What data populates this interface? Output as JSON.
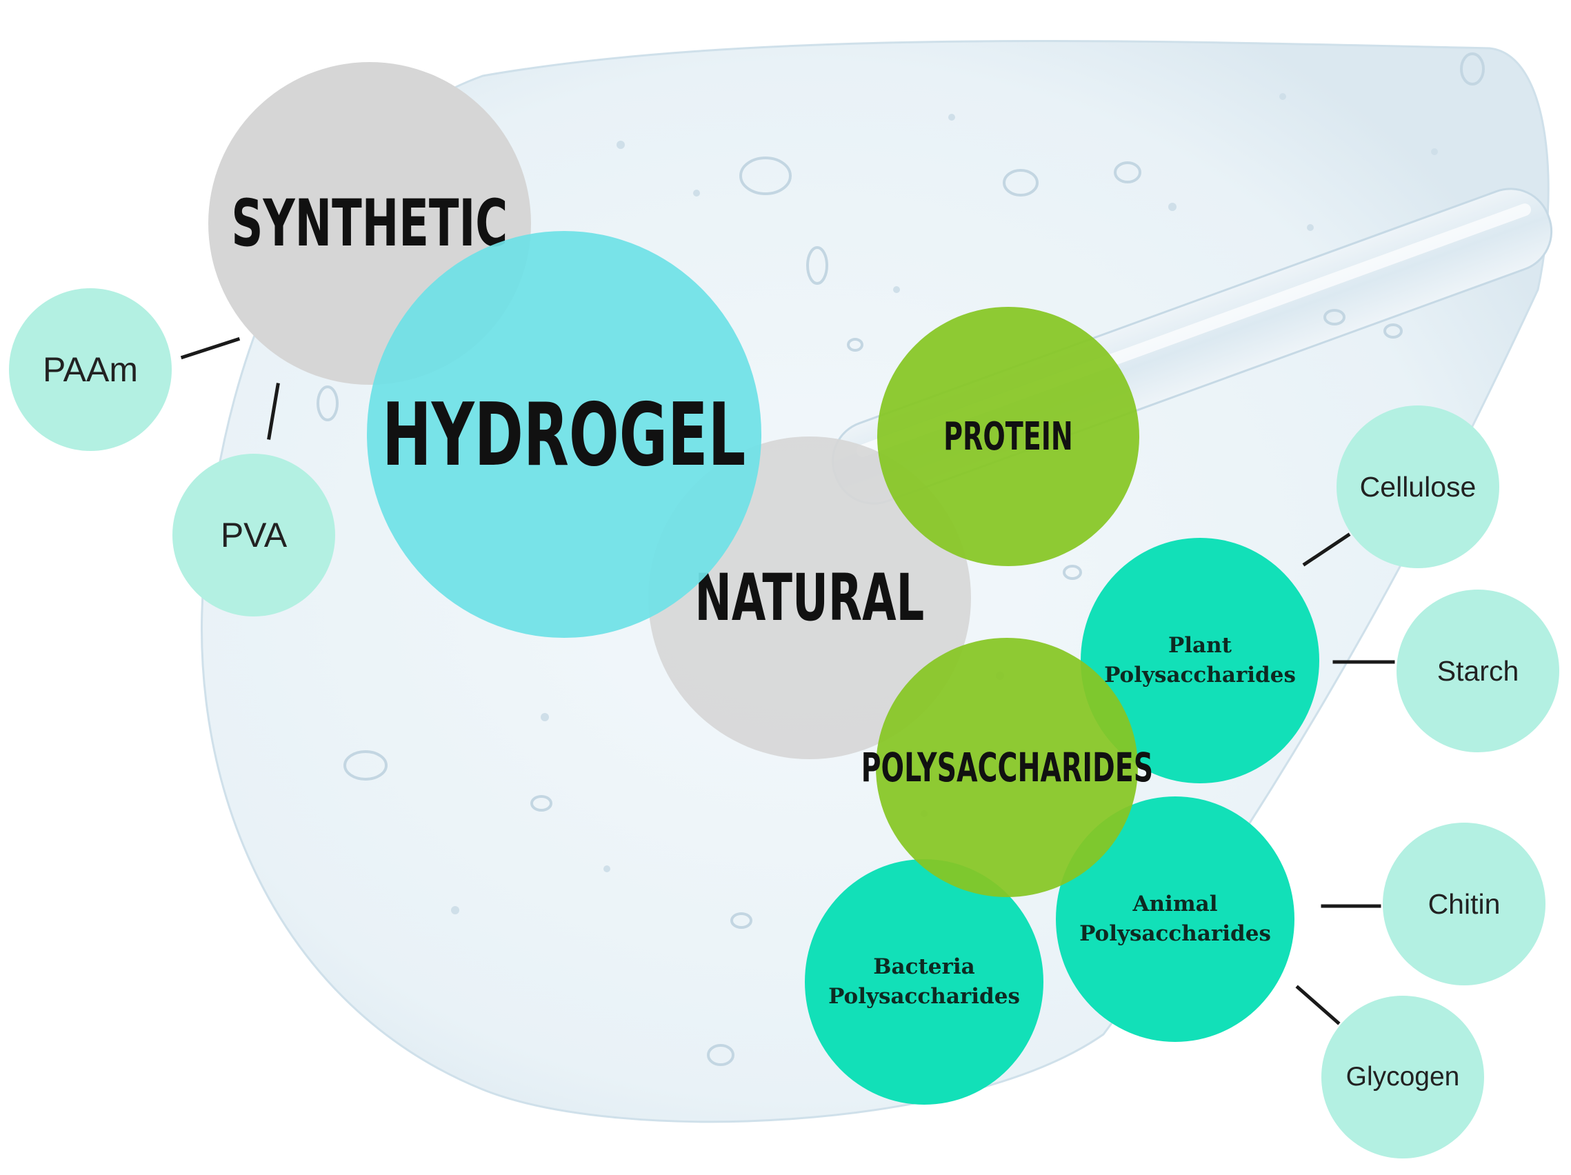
{
  "colors": {
    "gray_category": "#d6d6d6",
    "hydrogel": "#6fe1e6",
    "green_group": "#86c624",
    "teal_sub": "#12e0b8",
    "mint_leaf": "#b3f0e2",
    "line": "#1a1a1a"
  },
  "diagram": {
    "center": {
      "label": "HYDROGEL"
    },
    "categories": {
      "synthetic": {
        "label": "SYNTHETIC"
      },
      "natural": {
        "label": "NATURAL"
      }
    },
    "synthetic_items": {
      "paam": {
        "label": "PAAm"
      },
      "pva": {
        "label": "PVA"
      }
    },
    "natural_groups": {
      "protein": {
        "label": "PROTEIN"
      },
      "polysaccharides": {
        "label": "POLYSACCHARIDES"
      }
    },
    "polysaccharide_types": {
      "plant": {
        "line1": "Plant",
        "line2": "Polysaccharides"
      },
      "animal": {
        "line1": "Animal",
        "line2": "Polysaccharides"
      },
      "bacteria": {
        "line1": "Bacteria",
        "line2": "Polysaccharides"
      }
    },
    "examples": {
      "cellulose": {
        "label": "Cellulose"
      },
      "starch": {
        "label": "Starch"
      },
      "chitin": {
        "label": "Chitin"
      },
      "glycogen": {
        "label": "Glycogen"
      }
    }
  }
}
